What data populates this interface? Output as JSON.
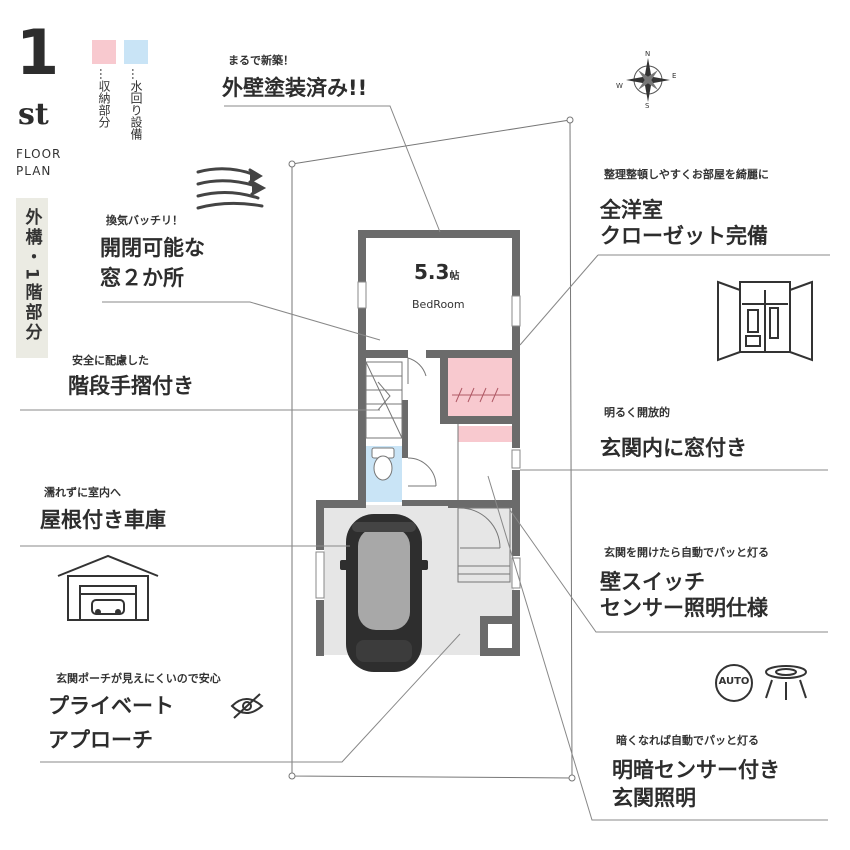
{
  "header": {
    "floor_number": "1",
    "floor_suffix": "st",
    "floor_label_line1": "FLOOR",
    "floor_label_line2": "PLAN",
    "legend": [
      {
        "color": "#f8c9cf",
        "label": "…収納部分"
      },
      {
        "color": "#c9e4f6",
        "label": "…水回り設備"
      }
    ],
    "section_tag": "外構・1階部分"
  },
  "compass": {
    "n": "N",
    "e": "E",
    "s": "S",
    "w": "W"
  },
  "room": {
    "size": "5.3",
    "unit": "帖",
    "name": "BedRoom"
  },
  "callouts": [
    {
      "id": "exterior-paint",
      "small": "まるで新築！",
      "head": [
        "外壁塗装済み!!"
      ]
    },
    {
      "id": "windows",
      "small": "換気バッチリ！",
      "head": [
        "開閉可能な",
        "窓２か所"
      ]
    },
    {
      "id": "stairs",
      "small": "安全に配慮した",
      "head": [
        "階段手摺付き"
      ]
    },
    {
      "id": "garage",
      "small": "濡れずに室内へ",
      "head": [
        "屋根付き車庫"
      ]
    },
    {
      "id": "approach",
      "small": "玄関ポーチが見えにくいので安心",
      "head": [
        "プライベート",
        "アプローチ"
      ]
    },
    {
      "id": "closet",
      "small": "整理整頓しやすくお部屋を綺麗に",
      "head": [
        "全洋室",
        "クローゼット完備"
      ]
    },
    {
      "id": "entrance-window",
      "small": "明るく開放的",
      "head": [
        "玄関内に窓付き"
      ]
    },
    {
      "id": "switch",
      "small": "玄関を開けたら自動でパッと灯る",
      "head": [
        "壁スイッチ",
        "センサー照明仕様"
      ]
    },
    {
      "id": "light-sensor",
      "small": "暗くなれば自動でパッと灯る",
      "head": [
        "明暗センサー付き",
        "玄関照明"
      ]
    }
  ],
  "icons": {
    "auto_label": "AUTO"
  },
  "colors": {
    "storage": "#f8c9cf",
    "water": "#c9e4f6",
    "wall": "#6b6b6b",
    "garage_floor": "#e6e6e6",
    "text": "#2d2d2d"
  }
}
